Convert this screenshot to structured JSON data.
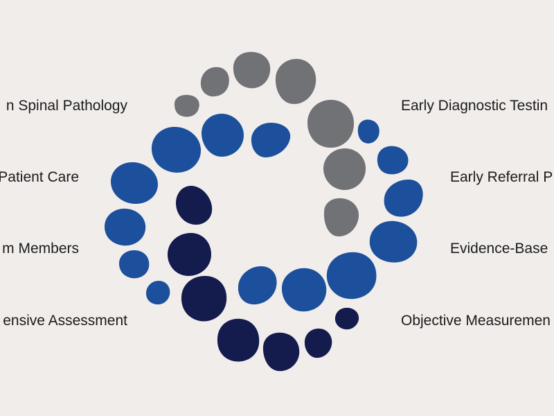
{
  "colors": {
    "background": "#f1edeb",
    "gray": "#717275",
    "blue": "#1c4f9c",
    "navy": "#141b4d",
    "text": "#1b1b1b"
  },
  "labels": {
    "left": [
      "n Spinal Pathology",
      "Patient Care",
      "m Members",
      "ensive Assessment"
    ],
    "right": [
      "Early Diagnostic Testin",
      "Early Referral P",
      "Evidence-Base",
      "Objective Measuremen"
    ]
  },
  "logo": {
    "description_icon": "circular-blob-ring-logo"
  }
}
